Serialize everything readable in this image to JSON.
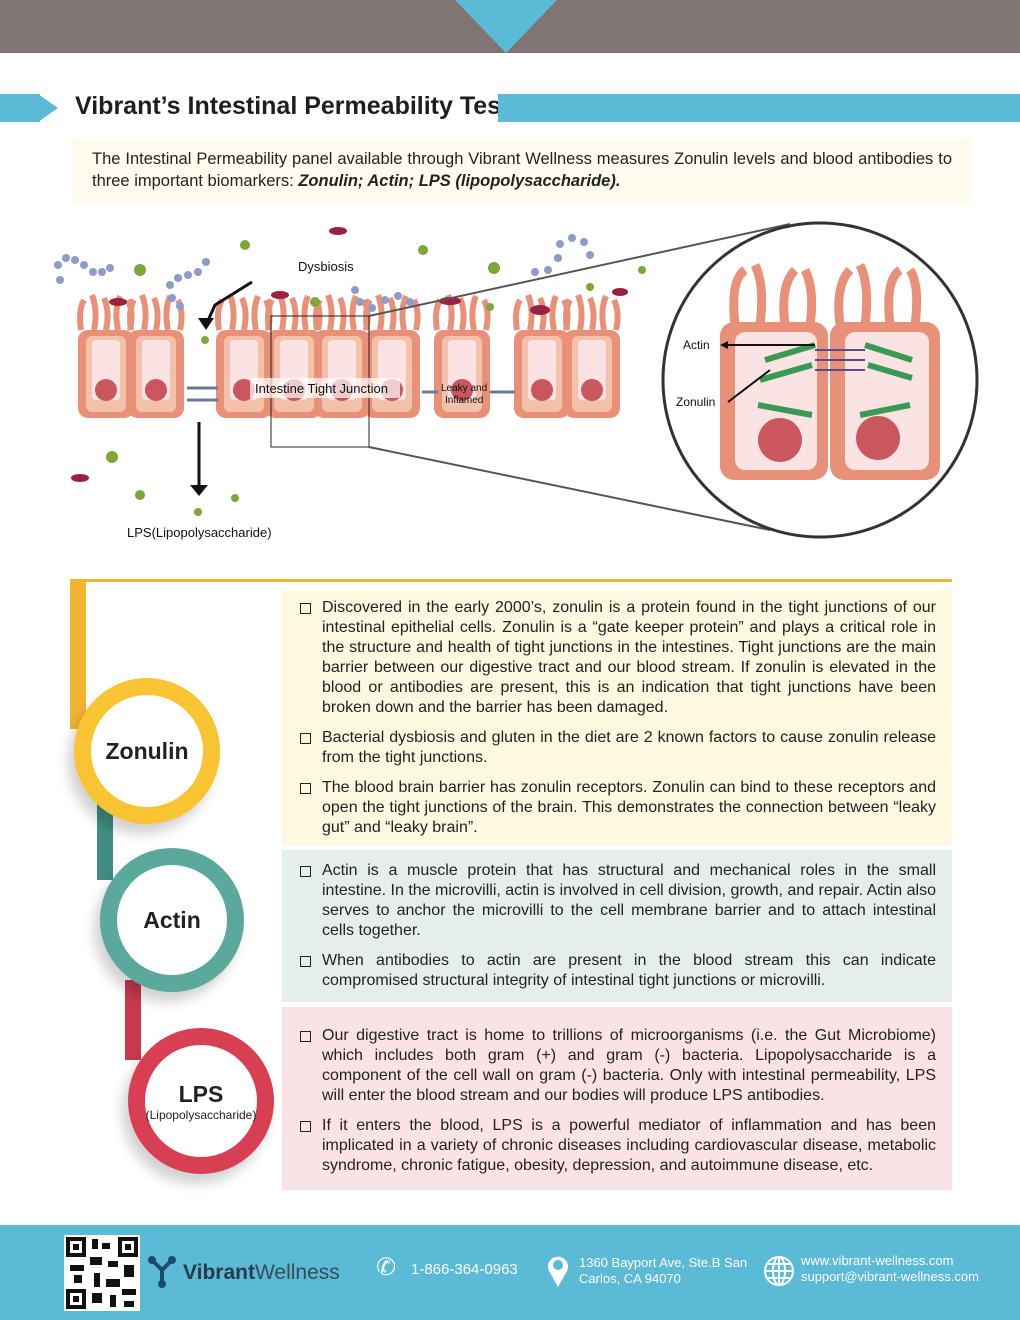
{
  "header": {
    "title": "Vibrant’s Intestinal Permeability Test"
  },
  "intro": {
    "text_plain": "The Intestinal Permeability panel available through Vibrant Wellness measures Zonulin levels and blood antibodies to three important biomarkers: ",
    "text_emph": "Zonulin; Actin; LPS (lipopolysaccharide)."
  },
  "diagram": {
    "dysbiosis": "Dysbiosis",
    "tight_junction": "Intestine Tight Junction",
    "leaky_1": "Leaky and",
    "leaky_2": "Inflamed",
    "lps": "LPS(Lipopolysaccharide)",
    "actin": "Actin",
    "zonulin": "Zonulin"
  },
  "colors": {
    "zonulin": "#f8c431",
    "actin": "#5ba89d",
    "lps": "#d83f52",
    "accent": "#5bbad6"
  },
  "sections": [
    {
      "name": "Zonulin",
      "bullets": [
        "Discovered in the early 2000’s, zonulin is a protein found in the tight junctions of our intestinal epithelial cells.  Zonulin is a “gate keeper protein” and plays a critical role in the structure and health of tight junctions in the intestines.  Tight junctions are the main barrier between our digestive tract and our blood stream.  If zonulin is elevated in the blood or antibodies are present, this is an indication that tight junctions have been broken down and the barrier has been damaged.",
        "Bacterial dysbiosis and gluten in the diet are 2 known factors to cause zonulin release from the tight junctions.",
        "The blood brain barrier has zonulin receptors.  Zonulin can bind to these receptors and open the tight junctions of the brain.  This demonstrates the connection between “leaky gut” and “leaky brain”."
      ]
    },
    {
      "name": "Actin",
      "bullets": [
        "Actin is a muscle protein that has structural and mechanical roles in the small intestine.  In the microvilli, actin is involved in cell division, growth, and repair. Actin also serves to anchor the microvilli to the cell membrane barrier and to attach intestinal cells together.",
        "When antibodies to actin are present in the blood stream this can indicate compromised structural integrity of intestinal tight junctions or microvilli."
      ]
    },
    {
      "name": "LPS",
      "sub": "(Lipopolysaccharide)",
      "bullets": [
        "Our digestive tract is home to trillions of microorganisms (i.e. the Gut Microbiome) which includes both gram (+) and gram (-) bacteria. Lipopolysaccharide is a component of the cell wall on gram (-) bacteria. Only with intestinal permeability, LPS will enter the blood stream and our bodies will produce LPS antibodies.",
        "If it enters the blood, LPS is a powerful mediator of inflammation and has been implicated in a variety of chronic diseases including cardiovascular disease, metabolic syndrome, chronic fatigue, obesity, depression, and autoimmune disease, etc."
      ]
    }
  ],
  "footer": {
    "brand_bold": "Vibrant",
    "brand_light": "Wellness",
    "phone": "1-866-364-0963",
    "address_1": "1360 Bayport Ave, Ste.B San",
    "address_2": "Carlos, CA 94070",
    "web": "www.vibrant-wellness.com",
    "email": "support@vibrant-wellness.com"
  }
}
